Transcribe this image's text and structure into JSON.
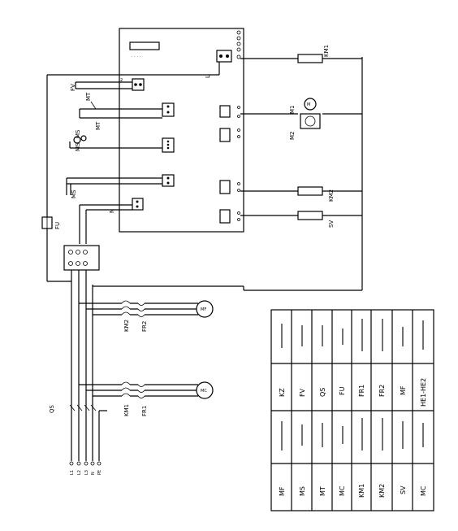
{
  "diagram": {
    "labels": {
      "km1_coil": "KM1",
      "km2_coil": "KM2",
      "sv_coil": "SV",
      "m1_motor": "M1",
      "m2_motor": "M2",
      "fu_fuse": "FU",
      "qs_switch": "QS",
      "km2_contact": "KM2",
      "fr2_relay": "FR2",
      "km1_contact": "KM1",
      "fr1_relay": "FR1",
      "mf_motor": "MF",
      "mc_motor": "MC",
      "sensor_fv": "FV",
      "sensor_mt": "MT",
      "sensor_mt2": "MT",
      "sensor_sv": "MS",
      "sensor_ms": "MS",
      "sensor_ms2": "MS",
      "terminal_l1": "L1",
      "terminal_l2": "L2",
      "terminal_l3": "L3",
      "terminal_n": "N",
      "terminal_pe": "PE",
      "board_n": "N",
      "board_l": "L"
    },
    "legend_table": {
      "columns": [
        [
          "MF",
          "MS",
          "MT",
          "MC",
          "KM1",
          "KM2",
          "SV",
          "MC"
        ],
        [
          "KZ",
          "FV",
          "QS",
          "FU",
          "FR1",
          "FR2",
          "MF",
          "HE1-HE2"
        ]
      ]
    }
  }
}
